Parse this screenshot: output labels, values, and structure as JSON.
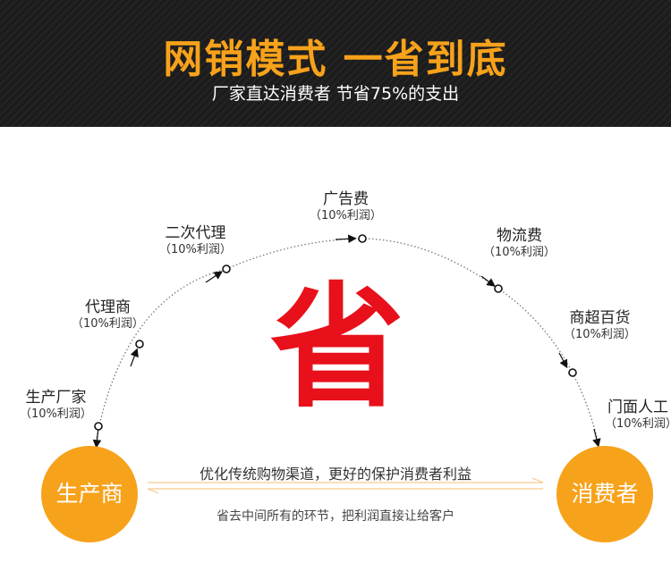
{
  "header": {
    "title": "网销模式 一省到底",
    "subtitle": "厂家直达消费者 节省75%的支出",
    "title_color": "#f7a21b",
    "bg_color": "#1c1c1c"
  },
  "stages": [
    {
      "name": "生产厂家",
      "profit": "（10%利润）"
    },
    {
      "name": "代理商",
      "profit": "（10%利润）"
    },
    {
      "name": "二次代理",
      "profit": "（10%利润）"
    },
    {
      "name": "广告费",
      "profit": "（10%利润）"
    },
    {
      "name": "物流费",
      "profit": "（10%利润）"
    },
    {
      "name": "商超百货",
      "profit": "（10%利润）"
    },
    {
      "name": "门面人工",
      "profit": "（10%利润）"
    }
  ],
  "center_char": "省",
  "left_circle": "生产商",
  "right_circle": "消费者",
  "slogan": "优化传统购物渠道，更好的保护消费者利益",
  "note": "省去中间所有的环节，把利润直接让给客户",
  "colors": {
    "accent": "#f7a21b",
    "red": "#e8101a"
  }
}
